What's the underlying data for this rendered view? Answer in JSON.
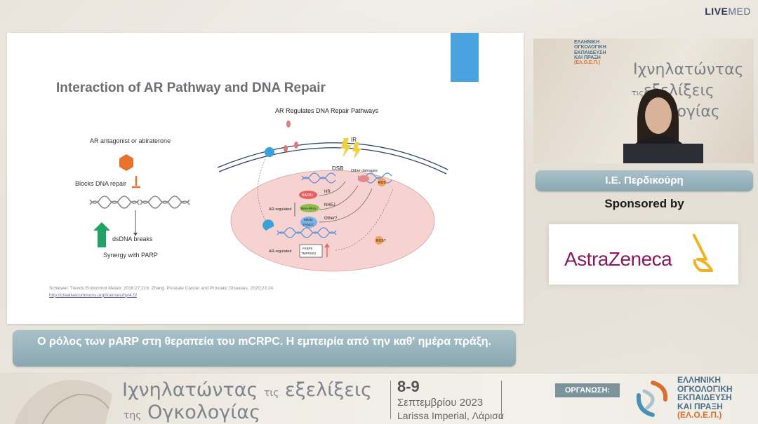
{
  "brand": {
    "live": "LIVE",
    "med": "MED"
  },
  "slide": {
    "title": "Interaction of AR Pathway and DNA Repair",
    "diagram": {
      "heading": "AR Regulates DNA Repair Pathways",
      "left": {
        "antagonist_label": "AR antagonist or abiraterone",
        "blocks_label": "Blocks DNA repair",
        "breaks_label": "dsDNA breaks",
        "synergy_label": "Synergy with PARP"
      },
      "cell": {
        "ir": "IR",
        "dsb": "DSB",
        "other_damages": "Other damages",
        "ros": "ROS",
        "ros_q": "ROS?",
        "hr": "HR",
        "nhej": "NHEJ",
        "other_q": "Other?",
        "rad51": "RAD51",
        "dnapkcs": "DNA-PKcs",
        "msh2": "MSH2",
        "fancc": "FANCC",
        "fkbp5": "FKBP5",
        "tmprss2": "TMPRSS2",
        "ar_regulated_1": "AR-regulated",
        "ar_regulated_2": "AR-regulated",
        "t": "T"
      }
    },
    "citation": "Schiewer. Trends Endocrinol Metab. 2016;27:216. Zhang. Prostate Cancer and Prostatic Diseases. 2020;23:24.",
    "license_link": "http://creativecommons.org/licenses/by/4.0/"
  },
  "speaker": {
    "bg_line1": "Ιχνηλατώντας",
    "bg_line2_small": "τις",
    "bg_line2": "εξελίξεις",
    "bg_line3": "κολογίας",
    "org_line1": "ΕΛΛΗΝΙΚΗ",
    "org_line2": "ΟΓΚΟΛΟΓΙΚΗ",
    "org_line3": "ΕΚΠΑΙΔΕΥΣΗ",
    "org_line4": "ΚΑΙ ΠΡΑΞΗ",
    "org_line5": "(ΕΛ.Ο.Ε.Π.)",
    "name": "Ι.Ε. Περδικούρη"
  },
  "sponsor": {
    "label": "Sponsored by",
    "name": "AstraZeneca"
  },
  "talk_title": "Ο ρόλος των pARP στη θεραπεία του mCRPC. Η εμπειρία από την καθ' ημέρα πράξη.",
  "banner": {
    "line1": "Ιχνηλατώντας",
    "line1_small": "τις",
    "line1_end": "εξελίξεις",
    "line2_small": "της",
    "line2": "Ογκολογίας",
    "dates": "8-9",
    "month": "Σεπτεμβρίου 2023",
    "venue": "Larissa Imperial, Λάρισα",
    "org_label": "ΟΡΓΑΝΩΣΗ:",
    "org_line1": "ΕΛΛΗΝΙΚΗ",
    "org_line2": "ΟΓΚΟΛΟΓΙΚΗ",
    "org_line3": "ΕΚΠΑΙΔΕΥΣΗ",
    "org_line4": "ΚΑΙ ΠΡΑΞΗ",
    "org_line5": "(ΕΛ.Ο.Ε.Π.)"
  },
  "colors": {
    "accent": "#4aa3df",
    "banner": "#8aa7b1",
    "sponsor": "#8a1a5e",
    "org_orange": "#d8712f",
    "cell": "#f6d3d1"
  }
}
